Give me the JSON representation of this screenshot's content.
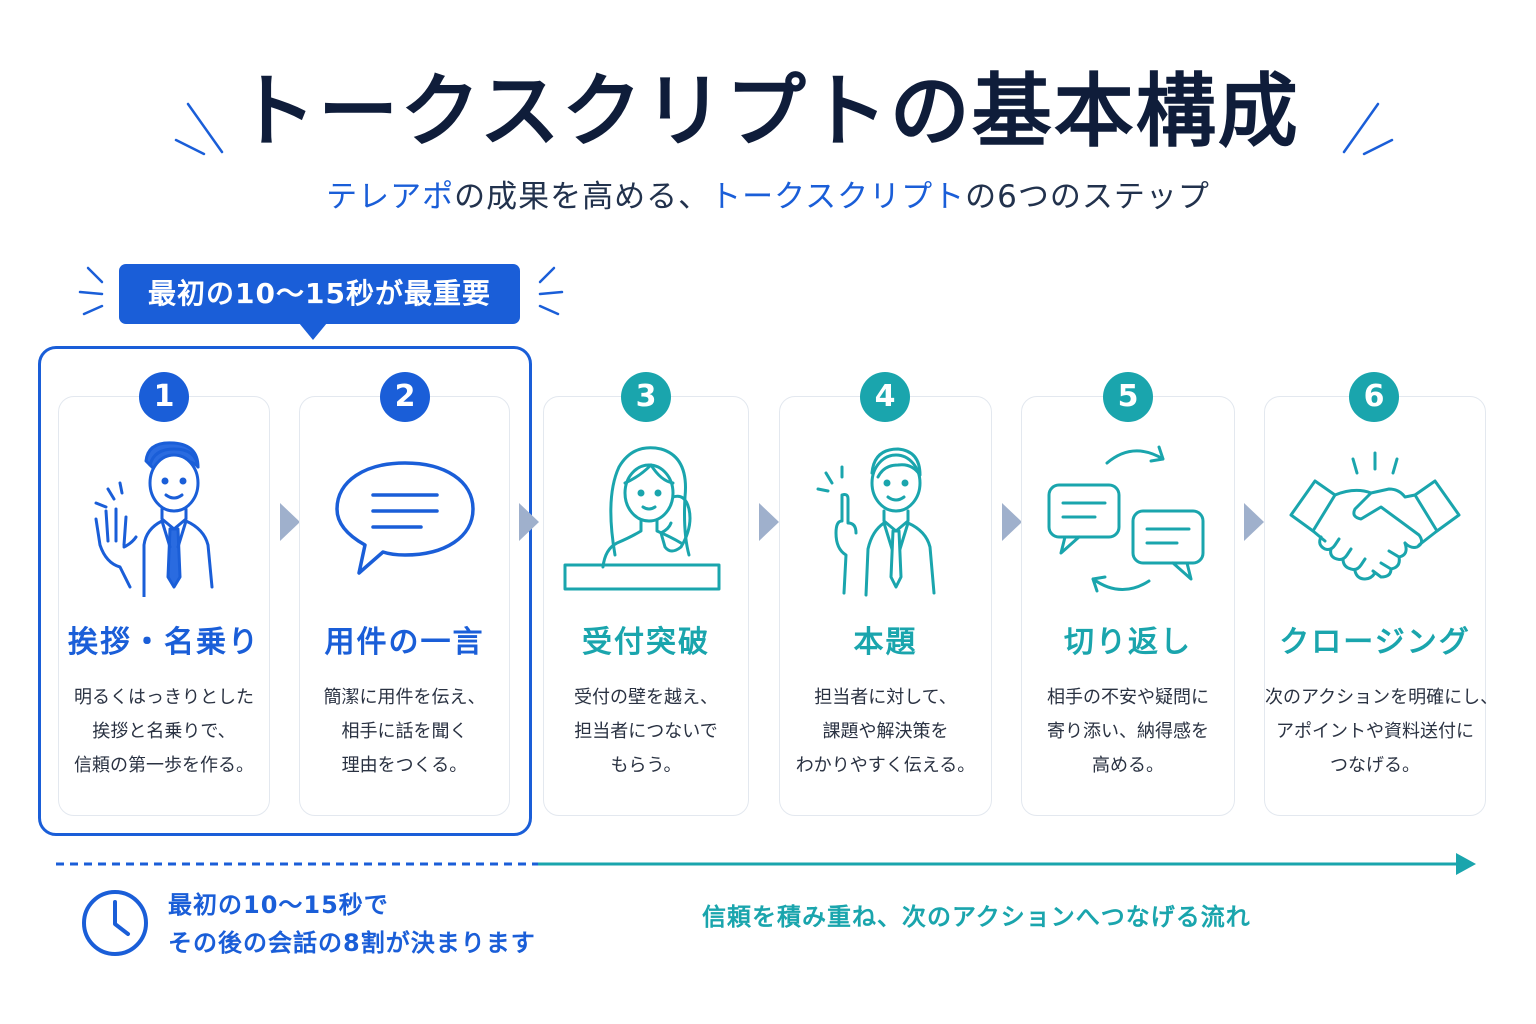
{
  "header": {
    "title": "トークスクリプトの基本構成",
    "subtitle_parts": [
      "テレアポ",
      "の成果を高める、",
      "トークスクリプト",
      "の6つのステップ"
    ]
  },
  "callout": {
    "label": "最初の10〜15秒が最重要"
  },
  "steps": [
    {
      "number": "1",
      "title": "挨拶・名乗り",
      "lines": [
        "明るくはっきりとした",
        "挨拶と名乗りで、",
        "信頼の第一歩を作る。"
      ],
      "icon": "waving-businessman-icon",
      "color": "#1a5ed8"
    },
    {
      "number": "2",
      "title": "用件の一言",
      "lines": [
        "簡潔に用件を伝え、",
        "相手に話を聞く",
        "理由をつくる。"
      ],
      "icon": "speech-bubble-icon",
      "color": "#1a5ed8"
    },
    {
      "number": "3",
      "title": "受付突破",
      "lines": [
        "受付の壁を越え、",
        "担当者につないで",
        "もらう。"
      ],
      "icon": "receptionist-icon",
      "color": "#1aa5ad"
    },
    {
      "number": "4",
      "title": "本題",
      "lines": [
        "担当者に対して、",
        "課題や解決策を",
        "わかりやすく伝える。"
      ],
      "icon": "pointing-businessman-icon",
      "color": "#1aa5ad"
    },
    {
      "number": "5",
      "title": "切り返し",
      "lines": [
        "相手の不安や疑問に",
        "寄り添い、納得感を",
        "高める。"
      ],
      "icon": "conversation-cycle-icon",
      "color": "#1aa5ad"
    },
    {
      "number": "6",
      "title": "クロージング",
      "lines": [
        "次のアクションを明確にし、",
        "アポイントや資料送付に",
        "つなげる。"
      ],
      "icon": "handshake-icon",
      "color": "#1aa5ad"
    }
  ],
  "footer": {
    "left_lines": [
      "最初の10〜15秒で",
      "その後の会話の8割が決まります"
    ],
    "right_text": "信頼を積み重ね、次のアクションへつなげる流れ",
    "icon": "clock-icon"
  }
}
